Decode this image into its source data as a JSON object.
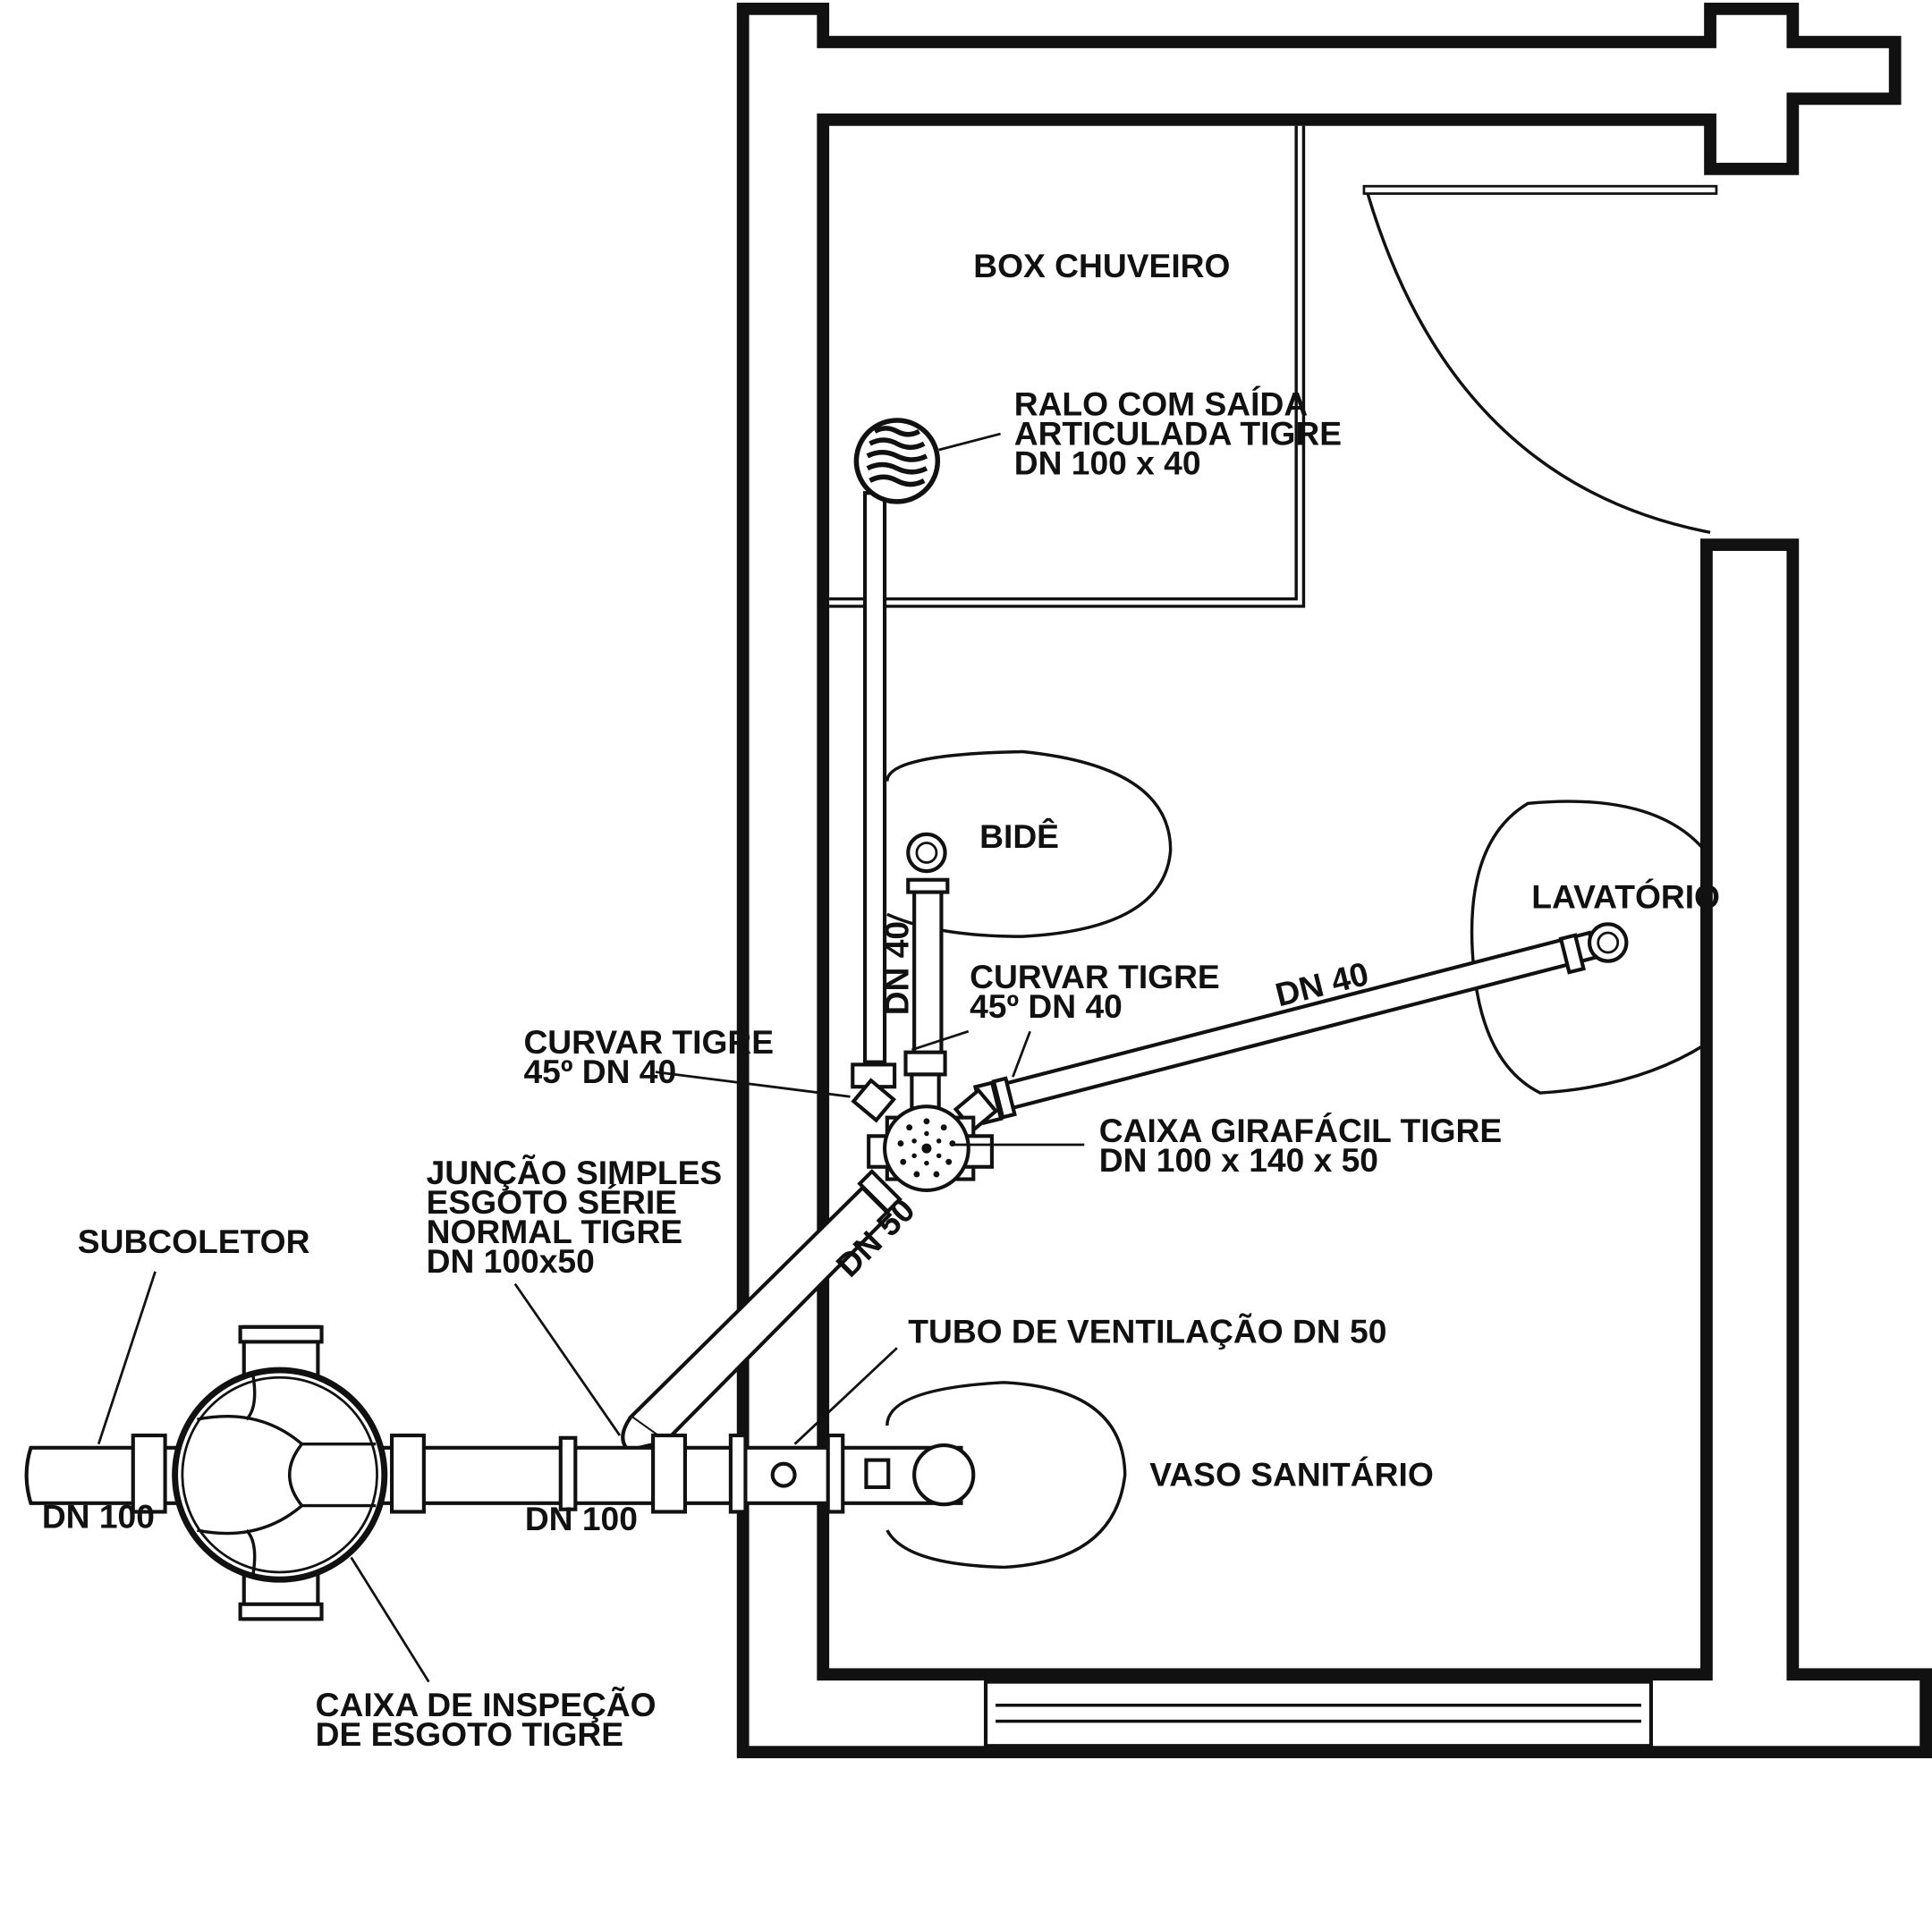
{
  "labels": {
    "box_chuveiro": "BOX CHUVEIRO",
    "ralo": [
      "RALO COM SAÍDA",
      "ARTICULADA TIGRE",
      "DN 100 x 40"
    ],
    "bide": "BIDÊ",
    "lavatorio": "LAVATÓRIO",
    "dn40_vertical": "DN 40",
    "dn40_diagonal": "DN 40",
    "curvar_right": [
      "CURVAR TIGRE",
      "45º DN 40"
    ],
    "curvar_left": [
      "CURVAR TIGRE",
      "45º DN 40"
    ],
    "caixa_girafacil": [
      "CAIXA GIRAFÁCIL TIGRE",
      "DN 100 x 140 x 50"
    ],
    "juncao": [
      "JUNÇÃO SIMPLES",
      "ESGOTO SÉRIE",
      "NORMAL TIGRE",
      "DN 100x50"
    ],
    "dn50": "DN 50",
    "subcoletor": "SUBCOLETOR",
    "tubo_ventilacao": "TUBO DE VENTILAÇÃO DN 50",
    "vaso_sanitario": "VASO SANITÁRIO",
    "dn100_left": "DN 100",
    "dn100_mid": "DN 100",
    "caixa_inspecao": [
      "CAIXA DE INSPEÇÃO",
      "DE ESGOTO TIGRE"
    ]
  }
}
